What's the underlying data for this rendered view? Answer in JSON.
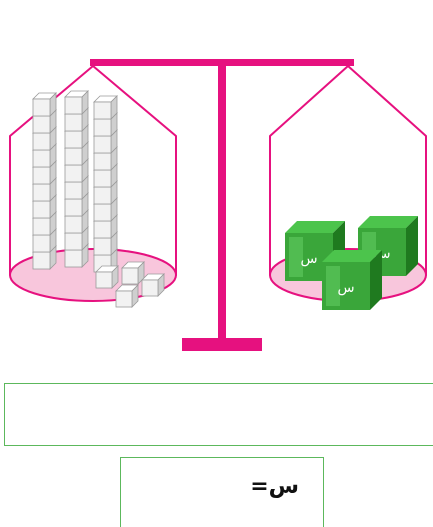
{
  "colors": {
    "scale": "#e6117f",
    "pan_fill": "#f8c6dc",
    "cube_face": "#f2f2f2",
    "cube_edge": "#9a9a9a",
    "box_green": "#3aa63a",
    "box_green_dark": "#1f7a1f",
    "input_border": "#5cb85c"
  },
  "scene": {
    "left_pan": {
      "unit_cube_towers": 3,
      "cubes_per_tower": 10,
      "loose_unit_cubes": 4
    },
    "right_pan": {
      "variable_boxes": [
        {
          "label": "س"
        },
        {
          "label": "س"
        },
        {
          "label": "س"
        }
      ]
    }
  },
  "equation_input": {
    "value": ""
  },
  "answer": {
    "text": "س="
  }
}
